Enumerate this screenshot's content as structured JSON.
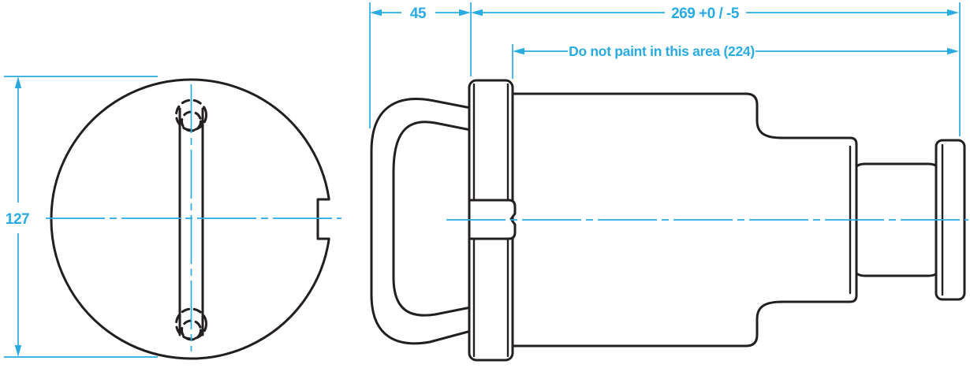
{
  "page": {
    "background": "#ffffff"
  },
  "drawing": {
    "palette": {
      "annotation_color": "#29ABE2",
      "outline_color": "#231F20"
    },
    "front_view": {
      "diameter_label": "127"
    },
    "side_view": {
      "handle_width_label": "45",
      "overall_length_label": "269 +0 / -5",
      "no_paint_label": "Do not paint in this area (224)"
    }
  }
}
